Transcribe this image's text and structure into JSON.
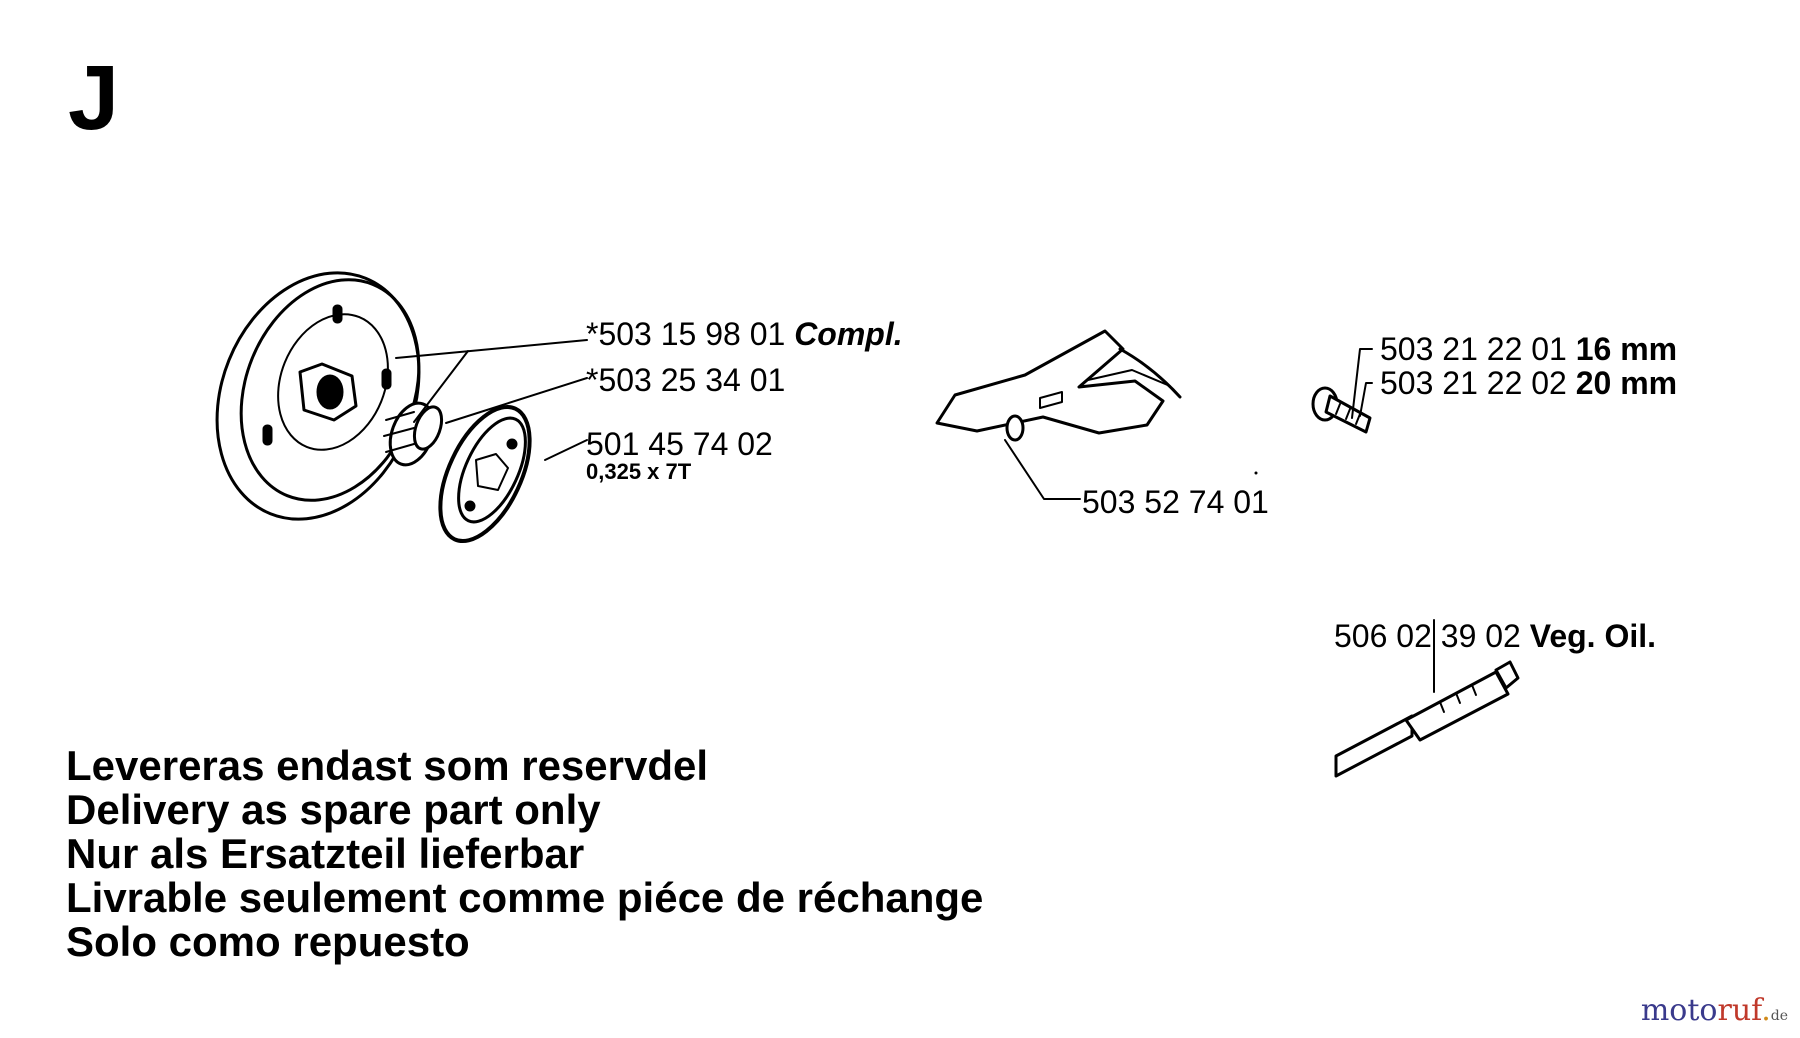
{
  "section": "J",
  "parts": {
    "clutch_drum": {
      "number": "*503 15 98 01",
      "note": "Compl."
    },
    "needle_bearing": {
      "number": "*503 25 34 01"
    },
    "sprocket": {
      "number": "501 45 74 02",
      "spec": "0,325 x 7T"
    },
    "guide_plate": {
      "number": "503 52 74 01"
    },
    "bolt_16": {
      "number": "503 21 22 01",
      "size": "16 mm"
    },
    "bolt_20": {
      "number": "503 21 22 02",
      "size": "20 mm"
    },
    "pump_shaft": {
      "number": "506 02 39 02",
      "note": "Veg. Oil."
    }
  },
  "notice": [
    "Levereras endast som reservdel",
    "Delivery as spare part only",
    "Nur als Ersatzteil lieferbar",
    "Livrable seulement comme piéce de réchange",
    "Solo como repuesto"
  ],
  "watermark": {
    "part_a": "moto",
    "part_b": "ruf",
    "part_c": ".",
    "part_d": "de"
  },
  "colors": {
    "ink": "#000000",
    "background": "#ffffff"
  }
}
